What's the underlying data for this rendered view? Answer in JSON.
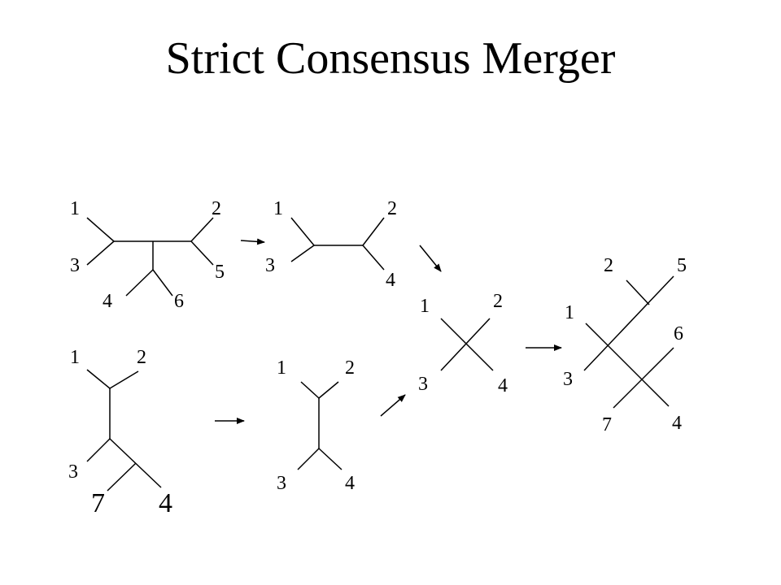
{
  "title": "Strict Consensus Merger",
  "colors": {
    "ink": "#000000",
    "background": "#ffffff"
  },
  "trees": {
    "t1": {
      "leaves": [
        "1",
        "2",
        "3",
        "5",
        "4",
        "6"
      ]
    },
    "t2": {
      "leaves": [
        "1",
        "2",
        "3",
        "4"
      ]
    },
    "t3": {
      "leaves": [
        "1",
        "2",
        "3",
        "7",
        "4"
      ]
    },
    "t4": {
      "leaves": [
        "1",
        "2",
        "3",
        "4"
      ]
    },
    "t5": {
      "leaves": [
        "1",
        "2",
        "3",
        "4"
      ]
    },
    "t6": {
      "leaves": [
        "2",
        "5",
        "1",
        "6",
        "3",
        "7",
        "4"
      ]
    }
  }
}
